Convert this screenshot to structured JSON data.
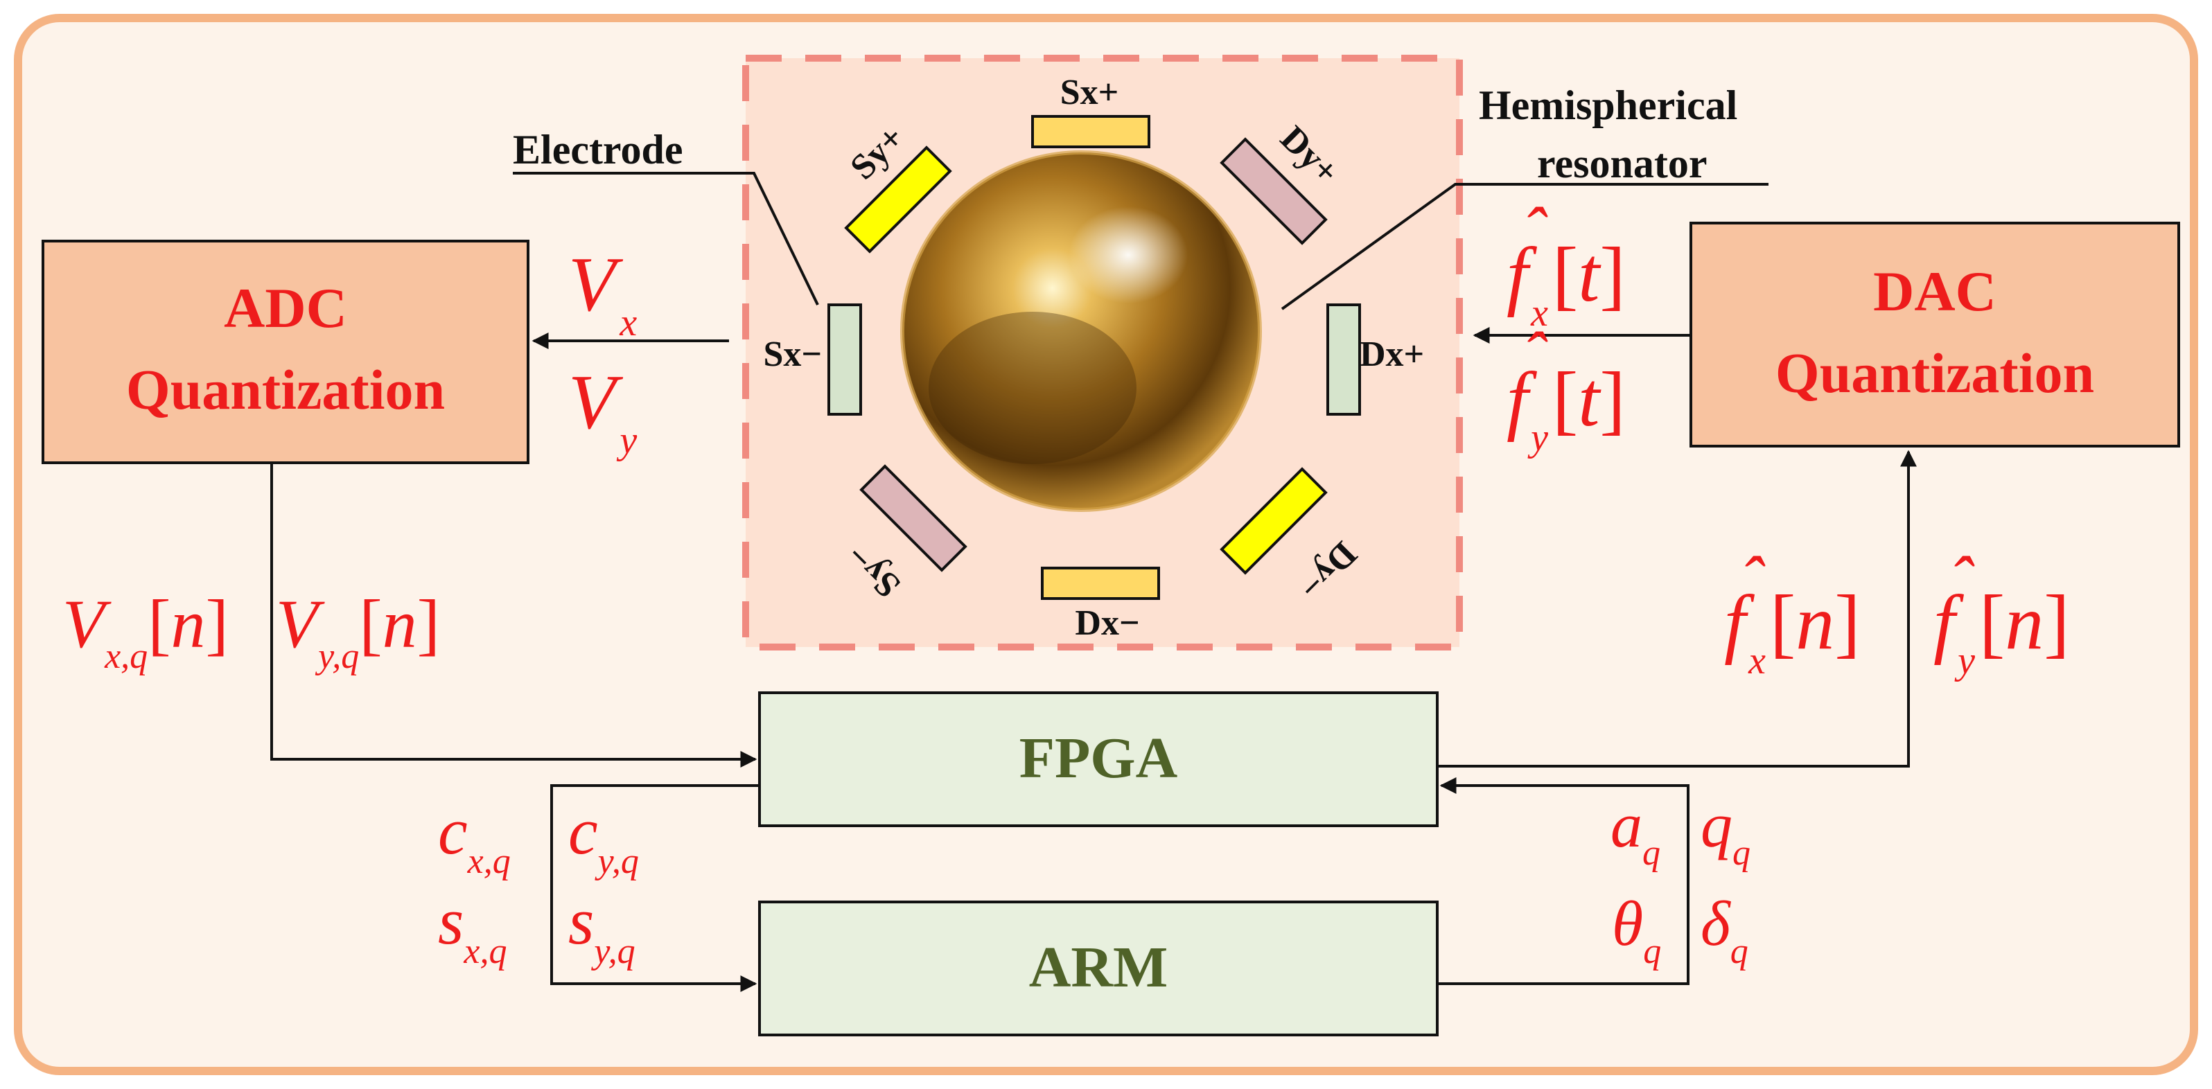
{
  "colors": {
    "background": "#fdf3ea",
    "frame": "#f5b383",
    "quant_block": "#f8c3a0",
    "proc_block": "#e8f0de",
    "proc_text": "#4f6228",
    "label_red": "#ee1c1c",
    "sensor_panel": "#fde1d2",
    "sensor_border": "#f08a80",
    "electrode_green": "#d6e4cc",
    "electrode_yellow": "#ffff00",
    "electrode_gold": "#ffd966",
    "electrode_pink": "#ddb5b8"
  },
  "blocks": {
    "adc": {
      "line1": "ADC",
      "line2": "Quantization"
    },
    "dac": {
      "line1": "DAC",
      "line2": "Quantization"
    },
    "fpga": {
      "label": "FPGA"
    },
    "arm": {
      "label": "ARM"
    }
  },
  "annotations": {
    "electrode": "Electrode",
    "resonator_line1": "Hemispherical",
    "resonator_line2": "resonator"
  },
  "electrodes": {
    "sx_plus": "Sx+",
    "sx_minus": "Sx−",
    "dx_plus": "Dx+",
    "dx_minus": "Dx−",
    "sy_plus": "Sy+",
    "sy_minus": "Sy−",
    "dy_plus": "Dy+",
    "dy_minus": "Dy−"
  },
  "signals": {
    "v": {
      "base": "V",
      "sub_x": "x",
      "sub_y": "y"
    },
    "vq": {
      "base": "V",
      "sub_x": "x,q",
      "sub_y": "y,q",
      "index": "n"
    },
    "f_t": {
      "base": "f",
      "hat": "ˆ",
      "sub_x": "x",
      "sub_y": "y",
      "index": "t"
    },
    "f_n": {
      "base": "f",
      "hat": "ˆ",
      "sub_x": "x",
      "sub_y": "y",
      "index": "n"
    },
    "cs": {
      "c": "c",
      "s": "s",
      "sub_x": "x,q",
      "sub_y": "y,q"
    },
    "params": {
      "a": "a",
      "q": "q",
      "theta": "θ",
      "delta": "δ",
      "sub": "q"
    },
    "bracket_open": "[",
    "bracket_close": "]"
  }
}
